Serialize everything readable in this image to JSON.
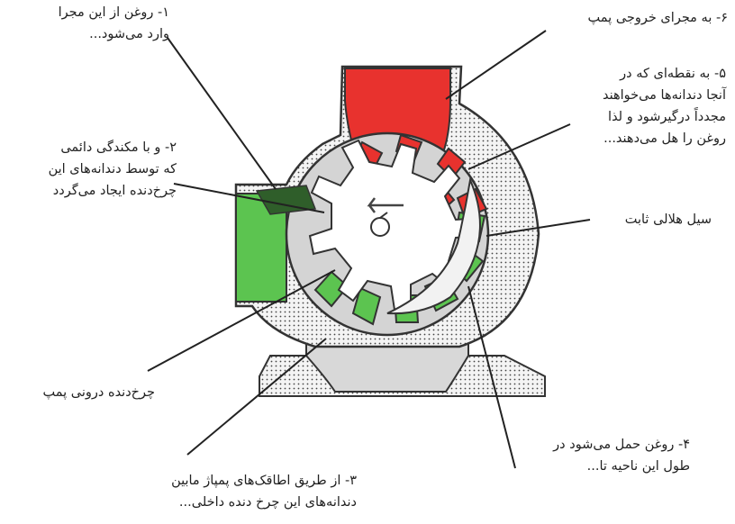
{
  "labels": {
    "l1": [
      "۱- روغن از این مجرا",
      "وارد می‌شود..."
    ],
    "l2": [
      "۲- و با مکندگی دائمی",
      "که توسط دندانه‌های این",
      "چرخ‌دنده ایجاد می‌گردد"
    ],
    "l3": [
      "۳- از طریق اطاقک‌های پمپاژ مابین",
      "دندانه‌های این چرخ دنده داخلی..."
    ],
    "l4": [
      "۴- روغن حمل می‌شود در",
      "طول این ناحیه تا..."
    ],
    "l5": [
      "۵- به نقطه‌ای که در",
      "آنجا دندانه‌ها می‌خواهند",
      "مجدداً درگیرشود و لذا",
      "روغن را هل می‌دهند..."
    ],
    "l6": [
      "۶- به مجرای خروجی پمپ"
    ],
    "seal": [
      "سیل هلالی ثابت"
    ],
    "inner_gear": [
      "چرخ‌دنده درونی پمپ"
    ]
  },
  "colors": {
    "oil_in": "#5cc450",
    "oil_out": "#e8322e",
    "housing": "#d4d4d4",
    "gear": "#ffffff",
    "outline": "#333333"
  }
}
